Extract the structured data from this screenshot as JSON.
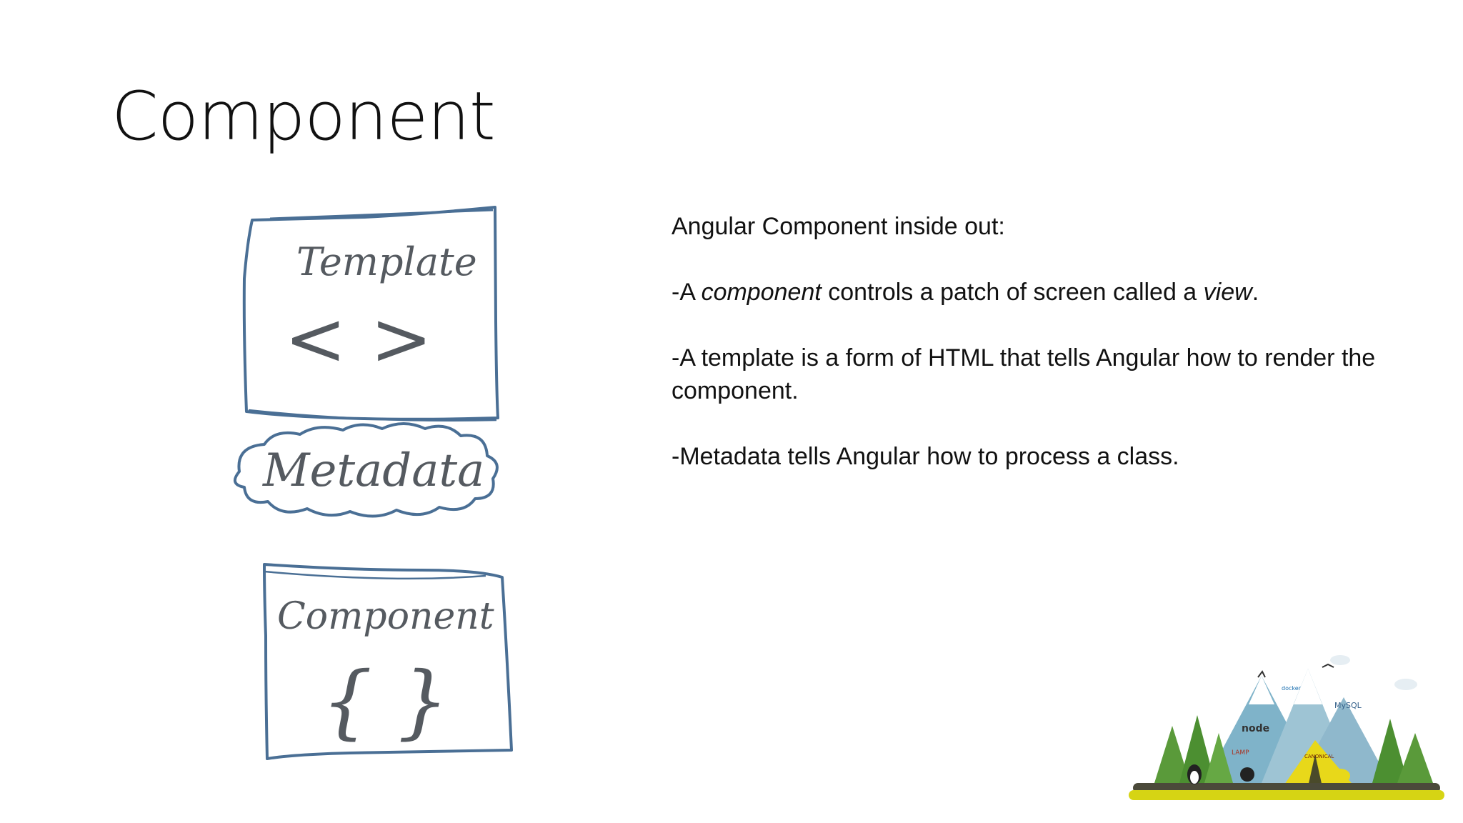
{
  "slide": {
    "title": "Component",
    "intro": "Angular Component inside out:",
    "bullet1": {
      "prefix": "-A ",
      "em1": "component",
      "middle": " controls a patch of screen called a ",
      "em2": "view",
      "suffix": "."
    },
    "bullet2": "-A template is a form of HTML that tells Angular how to render the component.",
    "bullet3": "-Metadata tells Angular how to process a class."
  },
  "diagram": {
    "template_label": "Template",
    "template_symbol": "< >",
    "metadata_label": "Metadata",
    "component_label": "Component",
    "component_symbol": "{ }"
  },
  "illustration": {
    "logos": [
      "docker",
      "node",
      "MySQL",
      "CANONICAL",
      "LAMP"
    ]
  },
  "colors": {
    "sketch_stroke": "#4a6f95",
    "text": "#111111",
    "ground": "#d6d414"
  }
}
